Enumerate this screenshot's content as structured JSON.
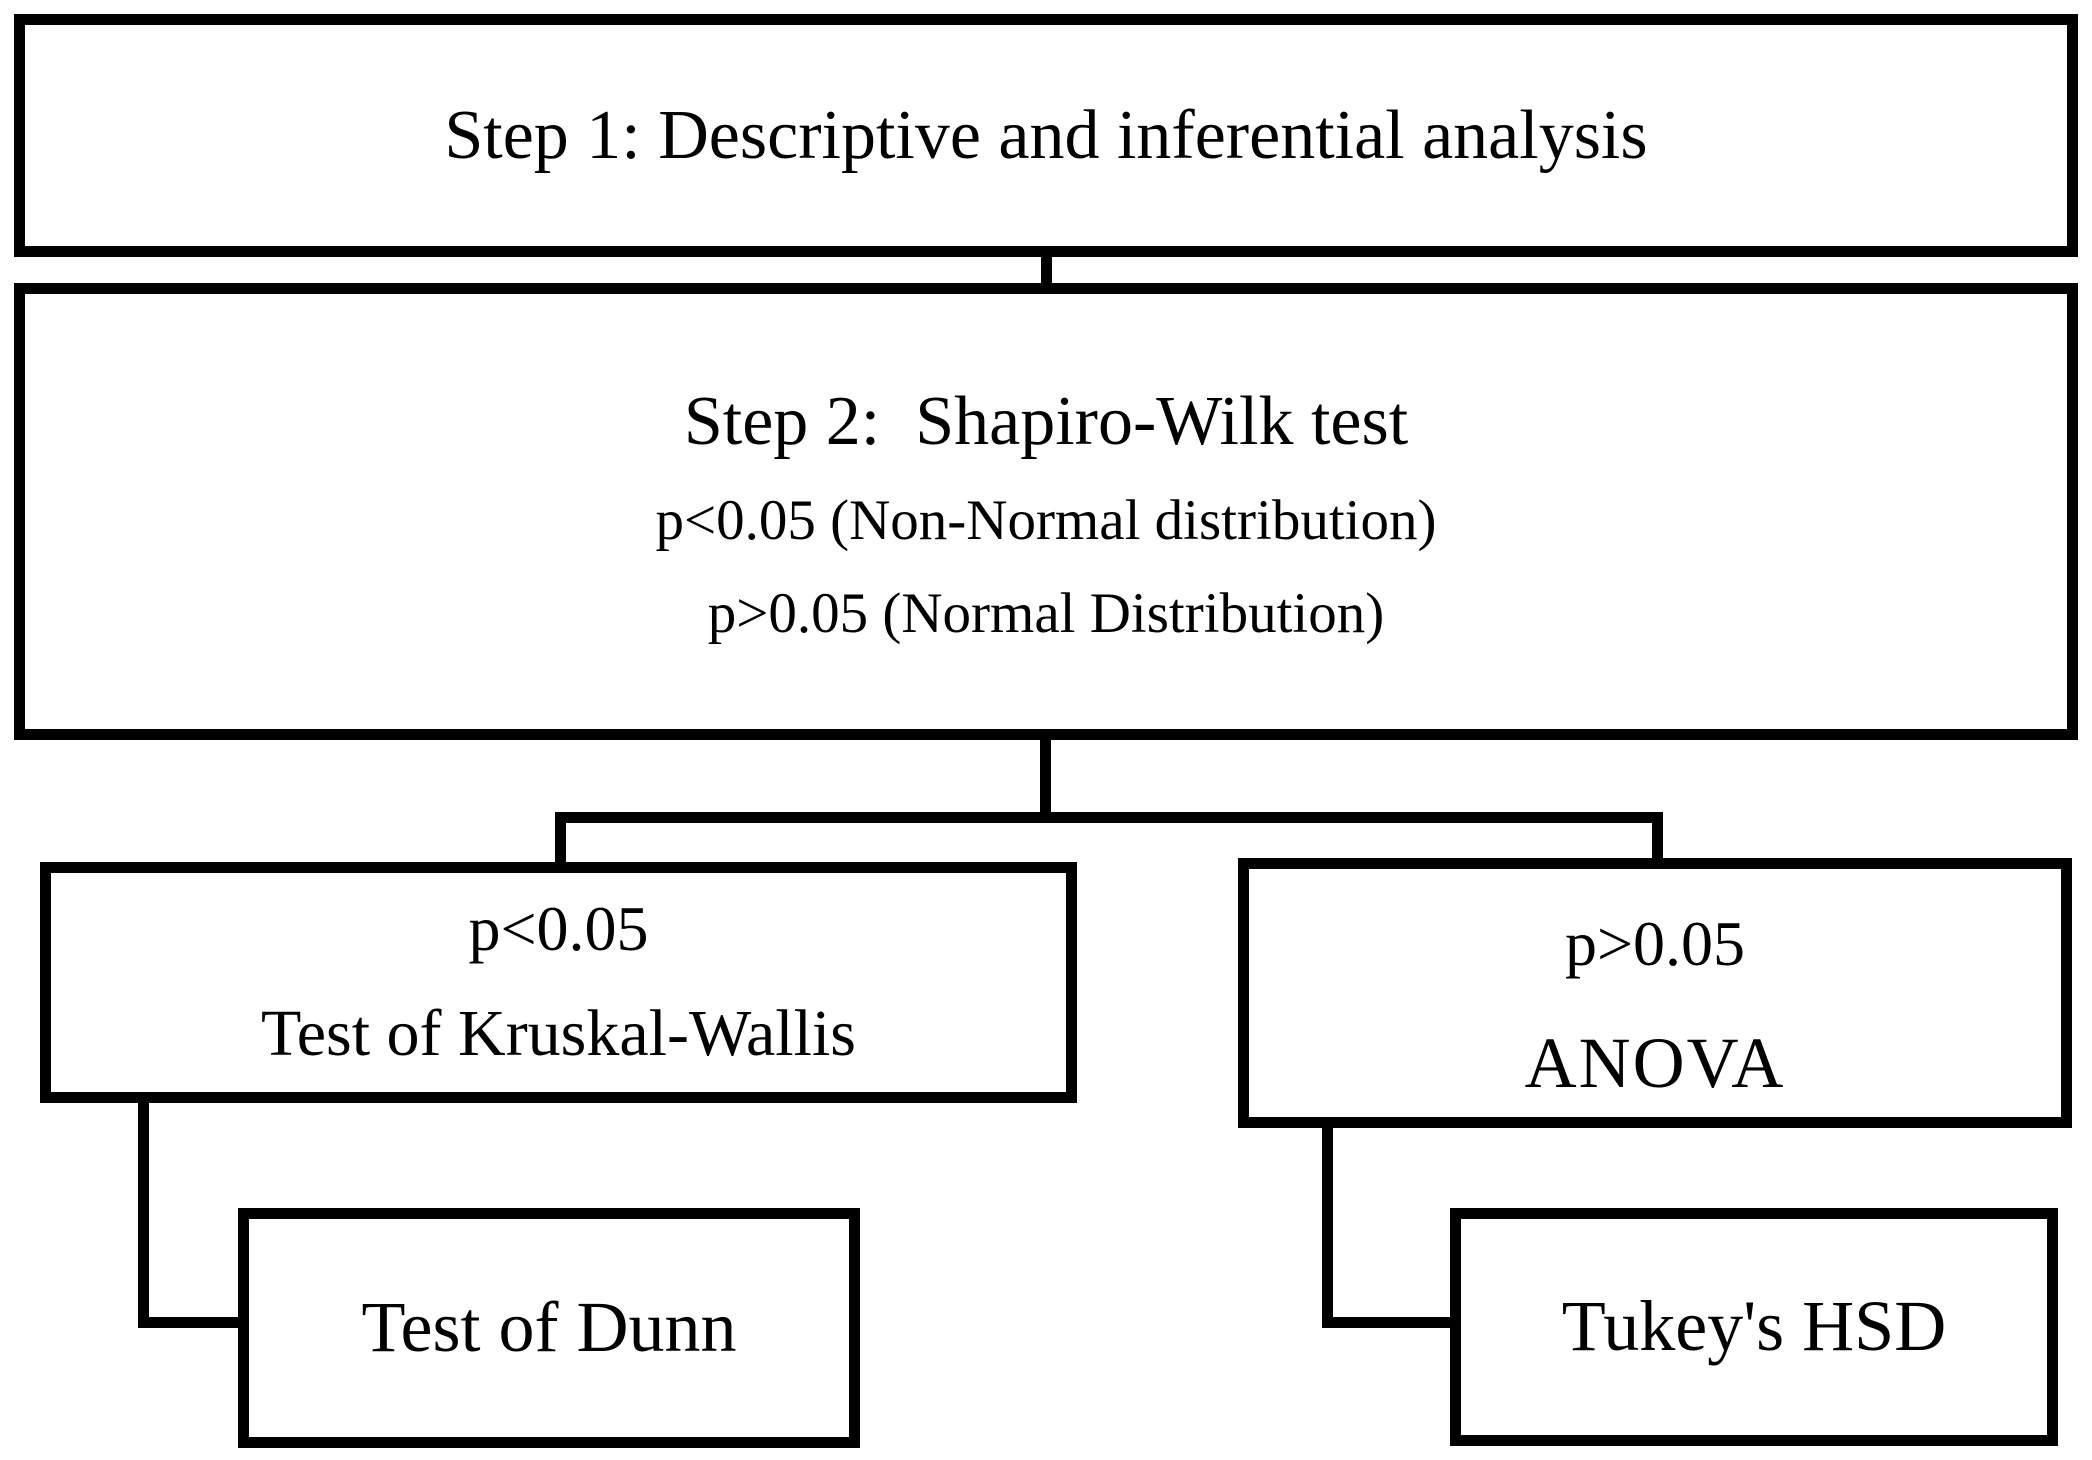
{
  "diagram": {
    "title": "Statistical analysis decision flowchart",
    "type": "flowchart",
    "colors": {
      "line": "#000000",
      "box_fill": "#ffffff",
      "background": "#ffffff",
      "text": "#000000"
    },
    "nodes": {
      "step1": {
        "line1": "Step 1: Descriptive and inferential analysis"
      },
      "step2": {
        "line1": "Step 2:  Shapiro-Wilk test",
        "line2": "p<0.05 (Non-Normal distribution)",
        "line3": "p>0.05 (Normal Distribution)"
      },
      "kruskal": {
        "line1": "p<0.05",
        "line2": "Test of Kruskal-Wallis"
      },
      "anova": {
        "line1": "p>0.05",
        "line2": "ANOVA"
      },
      "dunn": {
        "line1": "Test of Dunn"
      },
      "tukey": {
        "line1": "Tukey's HSD"
      }
    },
    "edges": [
      {
        "from": "step1",
        "to": "step2"
      },
      {
        "from": "step2",
        "to": "kruskal"
      },
      {
        "from": "step2",
        "to": "anova"
      },
      {
        "from": "kruskal",
        "to": "dunn"
      },
      {
        "from": "anova",
        "to": "tukey"
      }
    ]
  }
}
